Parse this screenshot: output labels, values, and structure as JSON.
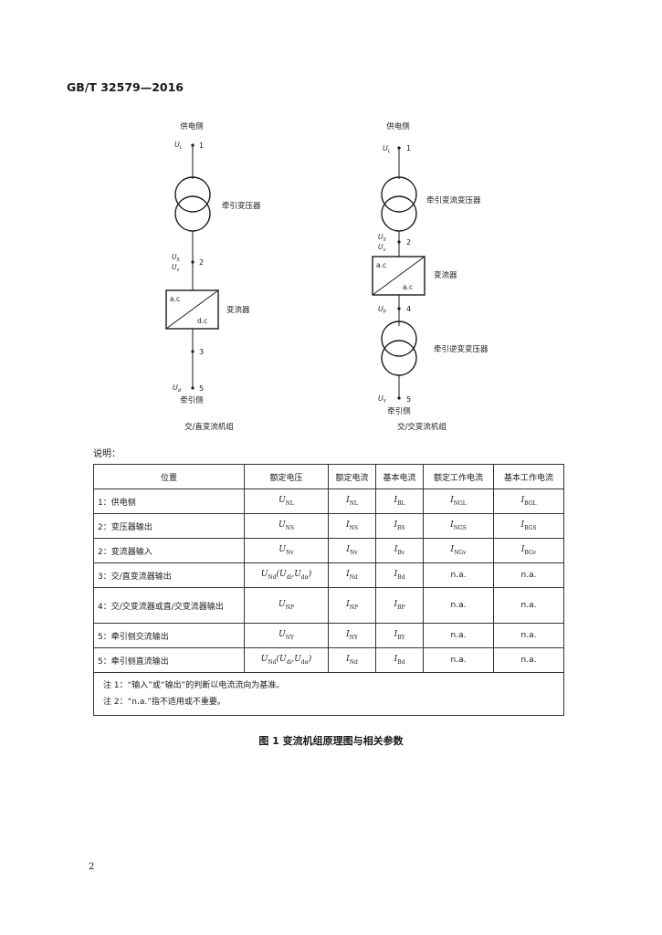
{
  "header": {
    "standard_code": "GB/T 32579—2016"
  },
  "left_diagram": {
    "supply_label": "供电侧",
    "U_top": "U",
    "U_top_sub": "L",
    "point_1": "1",
    "transformer_label": "牵引变压器",
    "U_mid_1": "U",
    "U_mid_1_sub": "S",
    "U_mid_2": "U",
    "U_mid_2_sub": "v",
    "point_2": "2",
    "converter_ac": "a.c",
    "converter_dc": "d.c",
    "converter_label": "变流器",
    "point_3": "3",
    "U_bottom": "U",
    "U_bottom_sub": "d",
    "point_5": "5",
    "traction_label": "牵引侧",
    "caption": "交/直变流机组"
  },
  "right_diagram": {
    "supply_label": "供电侧",
    "U_top": "U",
    "U_top_sub": "L",
    "point_1": "1",
    "transformer_label": "牵引变流变压器",
    "U_mid_1": "U",
    "U_mid_1_sub": "S",
    "U_mid_2": "U",
    "U_mid_2_sub": "v",
    "point_2": "2",
    "converter_ac_1": "a.c",
    "converter_ac_2": "a.c",
    "converter_label": "变流器",
    "U_p": "U",
    "U_p_sub": "P",
    "point_4": "4",
    "transformer2_label": "牵引逆变变压器",
    "U_bottom": "U",
    "U_bottom_sub": "Y",
    "point_5": "5",
    "traction_label": "牵引侧",
    "caption": "交/交变流机组"
  },
  "legend": {
    "title": "说明：",
    "columns": [
      "位置",
      "额定电压",
      "额定电流",
      "基本电流",
      "额定工作电流",
      "基本工作电流"
    ],
    "rows": [
      {
        "position": "1：供电侧",
        "voltage": "U",
        "voltage_sub": "NL",
        "voltage_extra": "",
        "current": "I",
        "current_sub": "NL",
        "basic": "I",
        "basic_sub": "BL",
        "rated_work": "I",
        "rated_work_sub": "NGL",
        "basic_work": "I",
        "basic_work_sub": "BGL",
        "tall": false
      },
      {
        "position": "2：变压器输出",
        "voltage": "U",
        "voltage_sub": "NS",
        "voltage_extra": "",
        "current": "I",
        "current_sub": "NS",
        "basic": "I",
        "basic_sub": "BS",
        "rated_work": "I",
        "rated_work_sub": "NGS",
        "basic_work": "I",
        "basic_work_sub": "BGS",
        "tall": false
      },
      {
        "position": "2：变流器输入",
        "voltage": "U",
        "voltage_sub": "Nv",
        "voltage_extra": "",
        "current": "I",
        "current_sub": "Nv",
        "basic": "I",
        "basic_sub": "Bv",
        "rated_work": "I",
        "rated_work_sub": "NGv",
        "basic_work": "I",
        "basic_work_sub": "BGv",
        "tall": false
      },
      {
        "position": "3：交/直变流器输出",
        "voltage": "U",
        "voltage_sub": "Nd",
        "voltage_extra": "(U",
        "voltage_extra_sub": "di",
        "voltage_extra2": ",U",
        "voltage_extra2_sub": "dα",
        "voltage_close": ")",
        "current": "I",
        "current_sub": "Nd",
        "basic": "I",
        "basic_sub": "Bd",
        "rated_work": "n.a.",
        "rated_work_sub": "",
        "basic_work": "n.a.",
        "basic_work_sub": "",
        "tall": false
      },
      {
        "position": "4：交/交变流器或直/交变流器输出",
        "voltage": "U",
        "voltage_sub": "NP",
        "voltage_extra": "",
        "current": "I",
        "current_sub": "NP",
        "basic": "I",
        "basic_sub": "BP",
        "rated_work": "n.a.",
        "rated_work_sub": "",
        "basic_work": "n.a.",
        "basic_work_sub": "",
        "tall": true
      },
      {
        "position": "5：牵引侧交流输出",
        "voltage": "U",
        "voltage_sub": "NY",
        "voltage_extra": "",
        "current": "I",
        "current_sub": "NY",
        "basic": "I",
        "basic_sub": "BY",
        "rated_work": "n.a.",
        "rated_work_sub": "",
        "basic_work": "n.a.",
        "basic_work_sub": "",
        "tall": false
      },
      {
        "position": "5：牵引侧直流输出",
        "voltage": "U",
        "voltage_sub": "Nd",
        "voltage_extra": "(U",
        "voltage_extra_sub": "di",
        "voltage_extra2": ",U",
        "voltage_extra2_sub": "dα",
        "voltage_close": ")",
        "current": "I",
        "current_sub": "Nd",
        "basic": "I",
        "basic_sub": "Bd",
        "rated_work": "n.a.",
        "rated_work_sub": "",
        "basic_work": "n.a.",
        "basic_work_sub": "",
        "tall": false
      }
    ],
    "notes": [
      "注 1：“输入”或“输出”的判断以电流流向为基准。",
      "注 2：“n.a.”指不适用或不重要。"
    ]
  },
  "figure_caption": "图 1   变流机组原理图与相关参数",
  "page_number": "2"
}
